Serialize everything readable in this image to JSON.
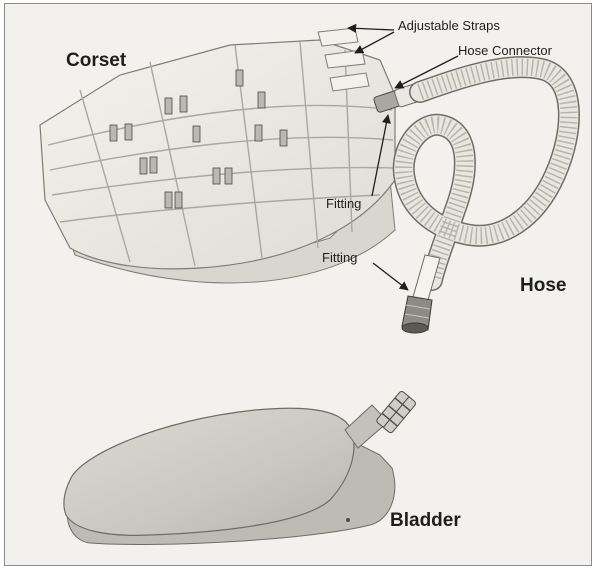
{
  "labels": {
    "corset": "Corset",
    "adjustable_straps": "Adjustable Straps",
    "hose_connector": "Hose Connector",
    "fitting_upper": "Fitting",
    "fitting_lower": "Fitting",
    "hose": "Hose",
    "bladder": "Bladder"
  },
  "colors": {
    "background": "#f2f1ee",
    "corset_fabric": "#ecebe4",
    "bladder": "#cfcdc6",
    "hose": "#e6e4dc",
    "metal": "#9d9d98",
    "ink": "#1e1e1e"
  }
}
